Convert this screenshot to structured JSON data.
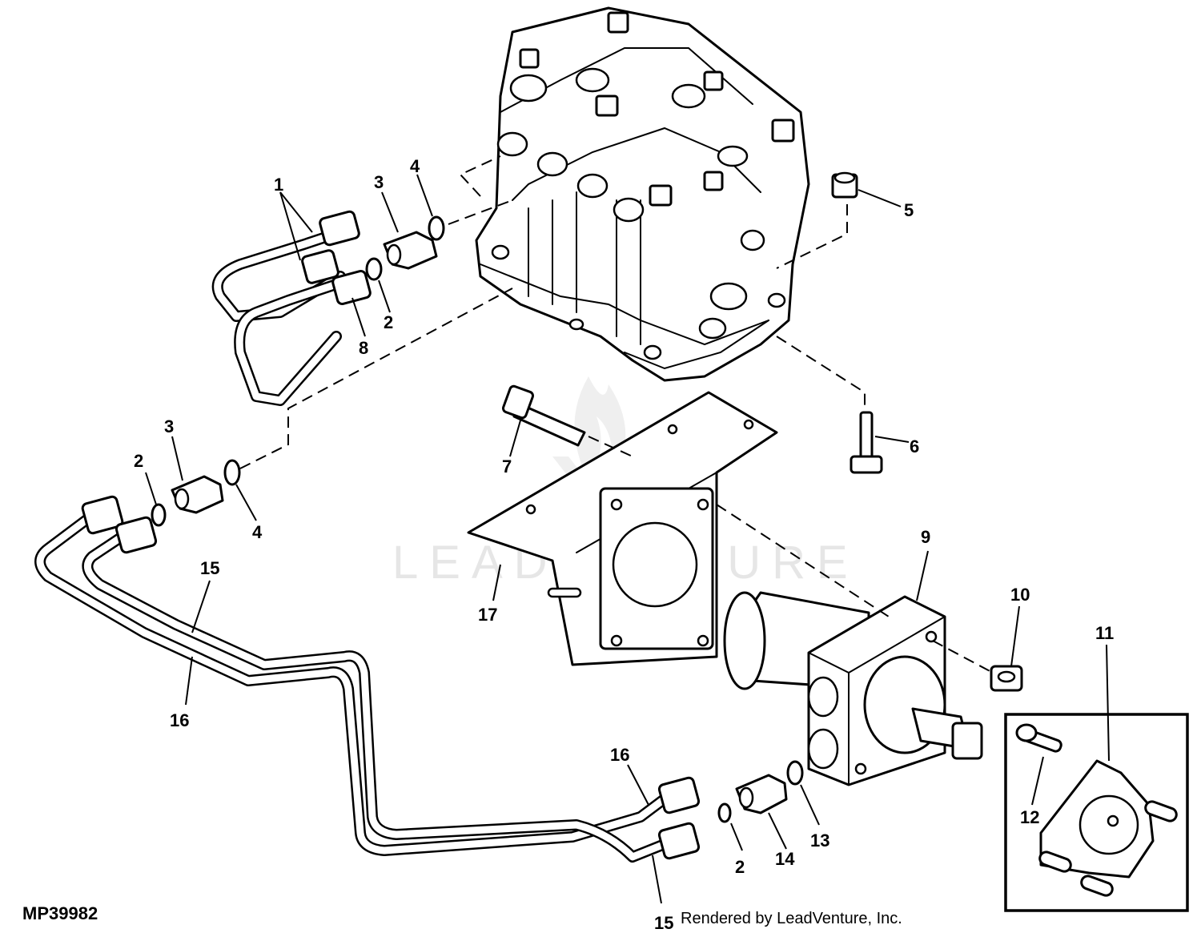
{
  "figure_id": "MP39982",
  "credit": "Rendered by LeadVenture, Inc.",
  "watermark": "LEADVENTURE",
  "callouts": {
    "c1": "1",
    "c2a": "2",
    "c2b": "2",
    "c2c": "2",
    "c3a": "3",
    "c3b": "3",
    "c4a": "4",
    "c4b": "4",
    "c5": "5",
    "c6": "6",
    "c7": "7",
    "c8": "8",
    "c9": "9",
    "c10": "10",
    "c11": "11",
    "c12": "12",
    "c13": "13",
    "c14": "14",
    "c15a": "15",
    "c15b": "15",
    "c16a": "16",
    "c16b": "16",
    "c17": "17"
  }
}
